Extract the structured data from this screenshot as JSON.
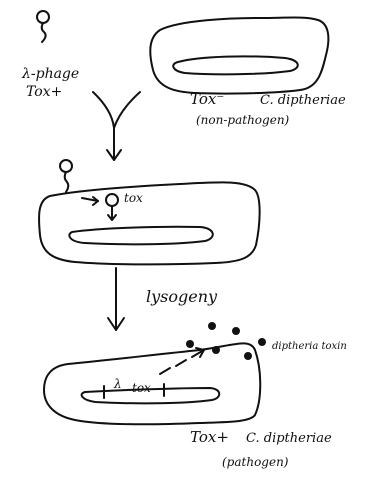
{
  "labels": {
    "phage_line1": "λ-phage",
    "phage_line2": "Tox+",
    "host_tox": "Tox⁻",
    "host_species": "C. diptheriae",
    "host_note": "(non-pathogen)",
    "tox_gene_free": "tox",
    "step_label": "lysogeny",
    "prophage_lambda": "λ",
    "prophage_tox": "tox",
    "toxin_label": "diptheria toxin",
    "result_tox": "Tox+",
    "result_species": "C. diptheriae",
    "result_note": "(pathogen)"
  },
  "colors": {
    "ink": "#111111",
    "background": "#ffffff"
  }
}
